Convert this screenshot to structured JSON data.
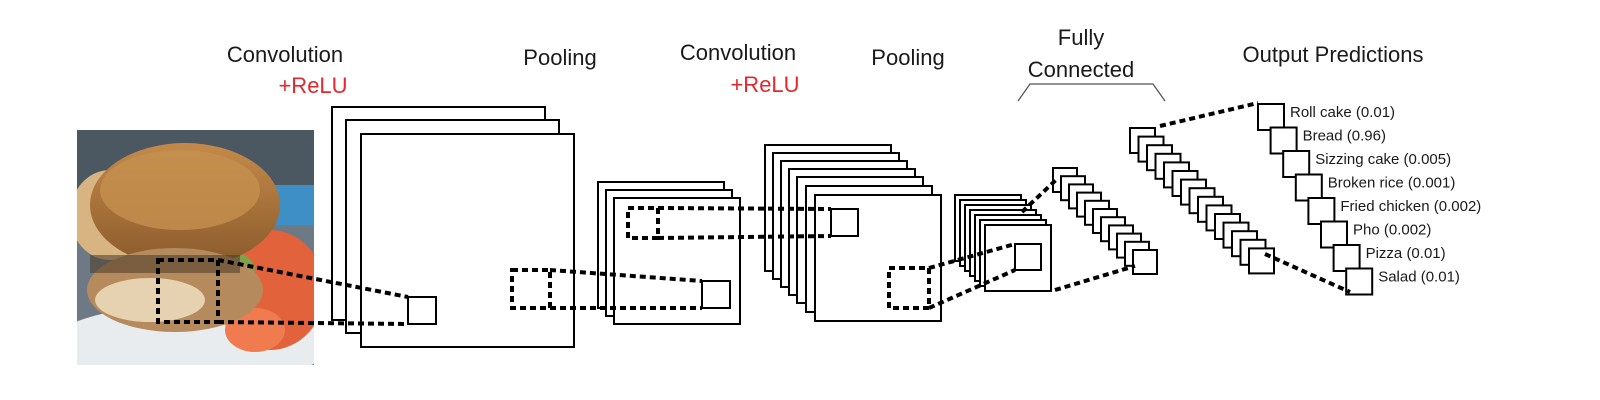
{
  "labels": {
    "conv1": "Convolution",
    "relu1": "+ReLU",
    "pool1": "Pooling",
    "conv2": "Convolution",
    "relu2": "+ReLU",
    "pool2": "Pooling",
    "fc_line1": "Fully",
    "fc_line2": "Connected",
    "output": "Output Predictions"
  },
  "predictions": [
    "Roll cake (0.01)",
    "Bread (0.96)",
    "Sizzing cake (0.005)",
    "Broken rice (0.001)",
    "Fried chicken (0.002)",
    "Pho (0.002)",
    "Pizza (0.01)",
    "Salad (0.01)"
  ],
  "input_image": "photo of a sandwich on a plate",
  "colors": {
    "relu": "#e0282e",
    "stroke": "#000000"
  }
}
